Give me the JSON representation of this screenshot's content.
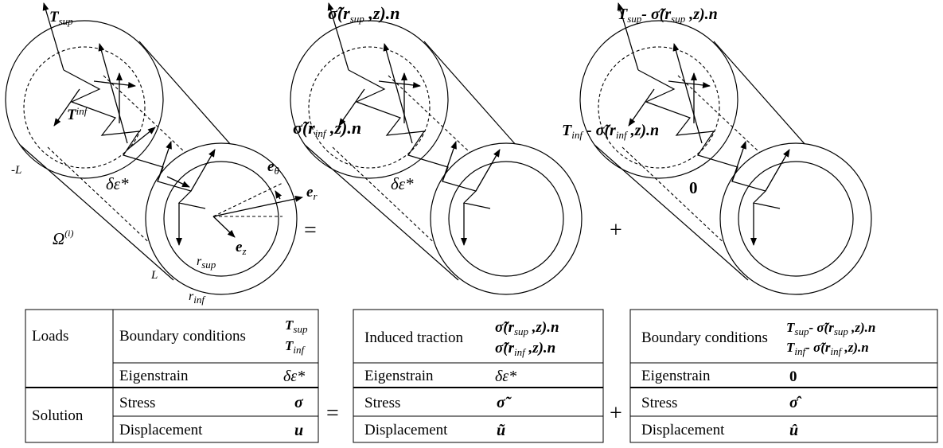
{
  "figure": {
    "left": {
      "t_sup": "T",
      "t_sup_sub": "sup",
      "t_inf": "T",
      "t_inf_sub": "inf",
      "minus_L": "-L",
      "L": "L",
      "eigen": "δε*",
      "e_theta": "e",
      "e_theta_sub": "θ",
      "e_r": "e",
      "e_r_sub": "r",
      "e_z": "e",
      "e_z_sub": "z",
      "omega": "Ω",
      "omega_sup": "(i)",
      "r_sup": "r",
      "r_sup_sub": "sup",
      "r_inf": "r",
      "r_inf_sub": "inf"
    },
    "equals": "=",
    "middle": {
      "top_a": "σ̃(r",
      "top_sub": "sup",
      "top_b": " ,z).n",
      "in_a": "σ̃(r",
      "in_sub": "inf",
      "in_b": " ,z).n",
      "eigen": "δε*"
    },
    "plus": "+",
    "right": {
      "top_a": "T",
      "top_sub1": "sup",
      "top_b": "- σ̃(r",
      "top_sub2": "sup",
      "top_c": " ,z).n",
      "in_a": "T",
      "in_sub1": "inf",
      "in_b": " - σ̃(r",
      "in_sub2": "inf",
      "in_c": " ,z).n",
      "zero": "0"
    }
  },
  "tables": {
    "left": {
      "loads": "Loads",
      "boundary": "Boundary conditions",
      "bc_sym1": "T",
      "bc_sym1_sub": "sup",
      "bc_sym2": "T",
      "bc_sym2_sub": "inf",
      "eigenstrain": "Eigenstrain",
      "eigen_sym": "δε*",
      "solution": "Solution",
      "stress": "Stress",
      "stress_sym": "σ",
      "displacement": "Displacement",
      "disp_sym": "u"
    },
    "equals": "=",
    "middle": {
      "induced": "Induced traction",
      "it1_a": "σ̃(r",
      "it1_sub": "sup",
      "it1_b": " ,z).n",
      "it2_a": "σ̃(r",
      "it2_sub": "inf",
      "it2_b": " ,z).n",
      "eigenstrain": "Eigenstrain",
      "eigen_sym": "δε*",
      "stress": "Stress",
      "stress_sym": "σ̃",
      "displacement": "Displacement",
      "disp_sym": "ũ"
    },
    "plus": "+",
    "right": {
      "boundary": "Boundary conditions",
      "bc1_a": "T",
      "bc1_sub1": "sup",
      "bc1_b": "- σ̃(r",
      "bc1_sub2": "sup",
      "bc1_c": " ,z).n",
      "bc2_a": "T",
      "bc2_sub1": "inf",
      "bc2_b": "- σ̃(r",
      "bc2_sub2": "inf",
      "bc2_c": " ,z).n",
      "eigenstrain": "Eigenstrain",
      "eigen_sym": "0",
      "stress": "Stress",
      "stress_sym": "σ̂",
      "displacement": "Displacement",
      "disp_sym": "û"
    }
  }
}
